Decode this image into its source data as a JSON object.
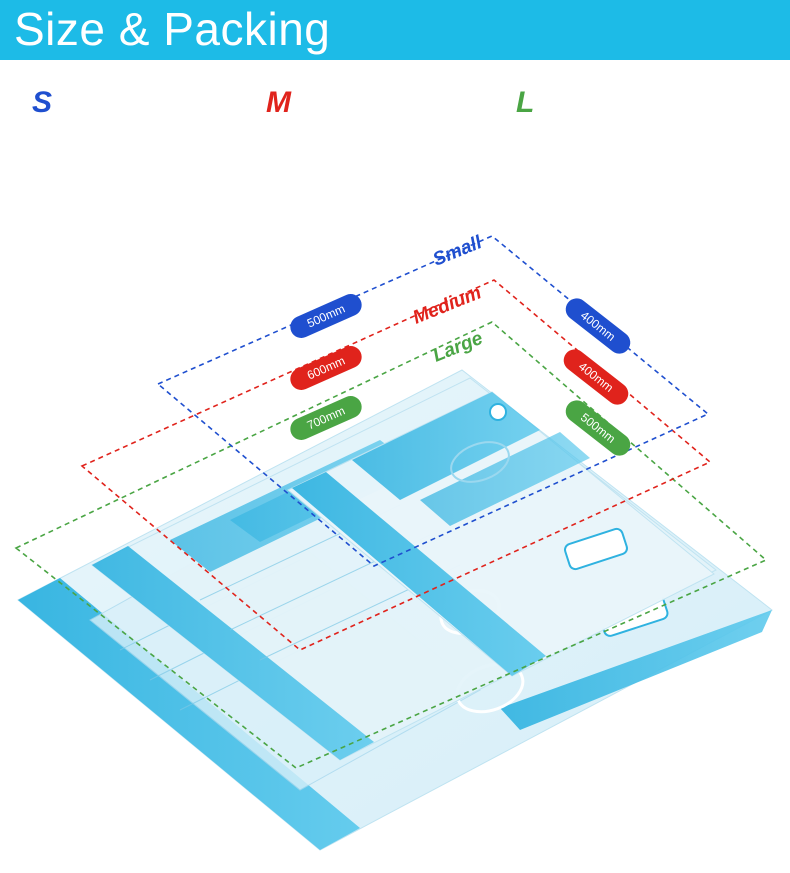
{
  "header": {
    "title": "Size & Packing",
    "bg_color": "#1dbbe7"
  },
  "sizes": [
    {
      "letter": "S",
      "name": "Small",
      "width_label": "500mm",
      "depth_label": "400mm",
      "color": "#1f4fcf"
    },
    {
      "letter": "M",
      "name": "Medium",
      "width_label": "600mm",
      "depth_label": "400mm",
      "color": "#e0231c"
    },
    {
      "letter": "L",
      "name": "Large",
      "width_label": "700mm",
      "depth_label": "500mm",
      "color": "#4aa544"
    }
  ]
}
